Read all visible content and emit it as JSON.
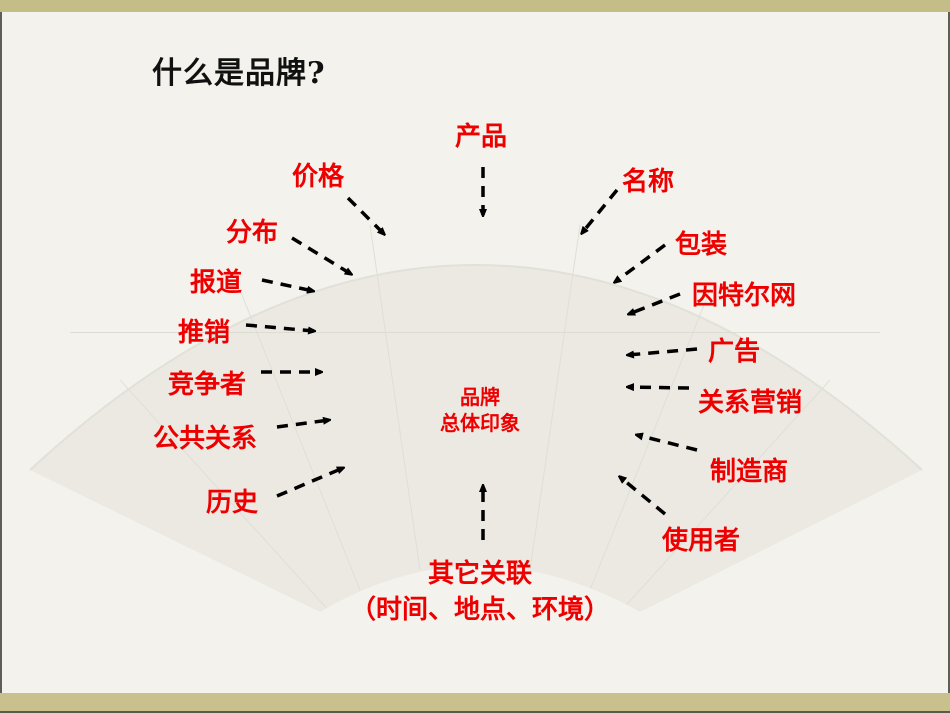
{
  "title": "什么是品牌?",
  "center": {
    "line1": "品牌",
    "line2": "总体印象"
  },
  "top_label": "产品",
  "left_labels": [
    "价格",
    "分布",
    "报道",
    "推销",
    "竞争者",
    "公共关系",
    "历史"
  ],
  "right_labels": [
    "名称",
    "包装",
    "因特尔网",
    "广告",
    "关系营销",
    "制造商",
    "使用者"
  ],
  "bottom": {
    "line1": "其它关联",
    "line2": "（时间、地点、环境）"
  },
  "colors": {
    "label": "#ee0000",
    "arrow": "#000000",
    "band": "#c5bd87",
    "background": "#f3f2ec"
  }
}
